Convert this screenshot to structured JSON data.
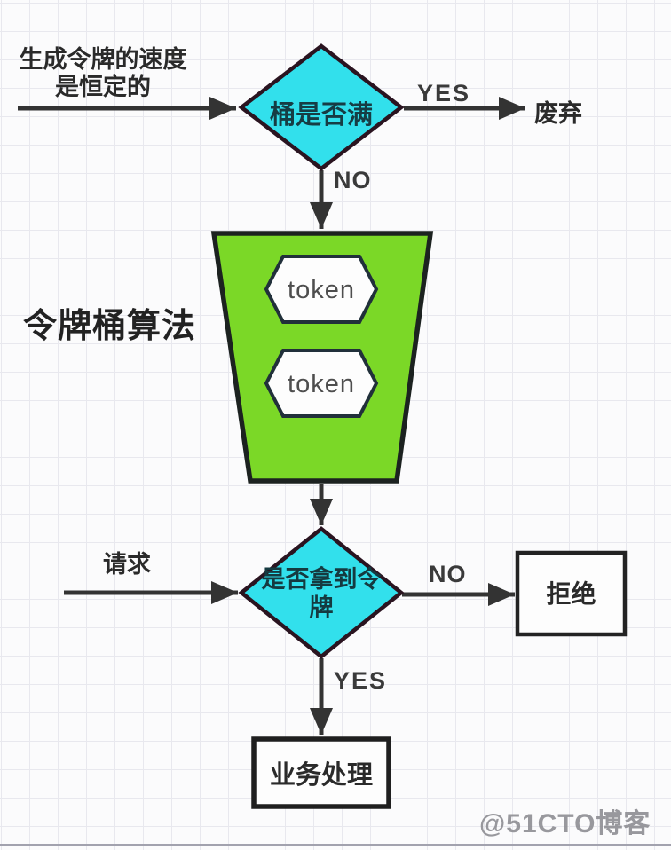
{
  "colors": {
    "diamond_fill": "#32e0ec",
    "bucket_fill": "#7bd827",
    "node_fill": "#fdfdfd",
    "diamond_stroke": "#2a1420",
    "dark_stroke": "#21262b",
    "arrow": "#333333"
  },
  "labels": {
    "rate_line1": "生成令牌的速度",
    "rate_line2": "是恒定的",
    "yes_top": "YES",
    "discard": "废弃",
    "no_top": "NO",
    "algorithm_title": "令牌桶算法",
    "decision_bucket_full": "桶是否满",
    "token1": "token",
    "token2": "token",
    "request": "请求",
    "decision_got_token_line1": "是否拿到令",
    "decision_got_token_line2": "牌",
    "no_right": "NO",
    "reject": "拒绝",
    "yes_bottom": "YES",
    "process": "业务处理",
    "watermark": "@51CTO博客"
  }
}
